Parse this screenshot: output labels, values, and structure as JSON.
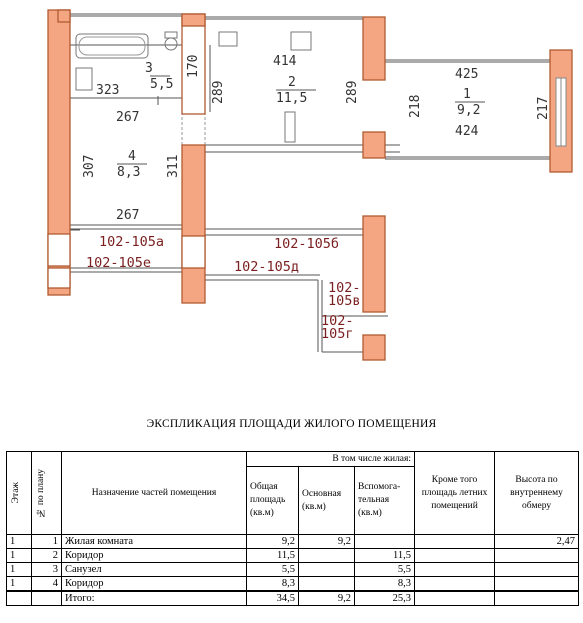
{
  "plan": {
    "rooms": [
      {
        "number": "1",
        "area": "9,2"
      },
      {
        "number": "2",
        "area": "11,5"
      },
      {
        "number": "3",
        "area": "5,5"
      },
      {
        "number": "4",
        "area": "8,3"
      }
    ],
    "dimensions": {
      "d425": "425",
      "d424": "424",
      "d414": "414",
      "d323": "323",
      "d267a": "267",
      "d267b": "267",
      "d170": "170",
      "d289a": "289",
      "d289b": "289",
      "d218": "218",
      "d217": "217",
      "d307": "307",
      "d311": "311"
    },
    "neighbor_labels": {
      "l105a": "102-105а",
      "l105e": "102-105е",
      "l105b": "102-105б",
      "l105d": "102-105д",
      "l105v1": "102-",
      "l105v2": "105в",
      "l105g1": "102-",
      "l105g2": "105г"
    },
    "colors": {
      "wall": "#f4a582",
      "label_red": "#7a1f1f"
    }
  },
  "explication": {
    "title": "ЭКСПЛИКАЦИЯ ПЛОЩАДИ ЖИЛОГО ПОМЕЩЕНИЯ",
    "headers": {
      "floor": "Этаж",
      "plan_no": "№ по плану",
      "purpose": "Назначение частей помещения",
      "including_living": "В том числе жилая:",
      "total_area": "Общая площадь (кв.м)",
      "main": "Основная (кв.м)",
      "auxiliary": "Вспомога-тельная (кв.м)",
      "except_summer": "Кроме того площадь летних помещений",
      "height": "Высота по внутреннему обмеру"
    },
    "rows": [
      {
        "floor": "1",
        "no": "1",
        "name": "Жилая комната",
        "total": "9,2",
        "main": "9,2",
        "aux": "",
        "summer": "",
        "height": "2,47"
      },
      {
        "floor": "1",
        "no": "2",
        "name": "Коридор",
        "total": "11,5",
        "main": "",
        "aux": "11,5",
        "summer": "",
        "height": ""
      },
      {
        "floor": "1",
        "no": "3",
        "name": "Санузел",
        "total": "5,5",
        "main": "",
        "aux": "5,5",
        "summer": "",
        "height": ""
      },
      {
        "floor": "1",
        "no": "4",
        "name": "Коридор",
        "total": "8,3",
        "main": "",
        "aux": "8,3",
        "summer": "",
        "height": ""
      }
    ],
    "total_row": {
      "name": "Итого:",
      "total": "34,5",
      "main": "9,2",
      "aux": "25,3"
    }
  }
}
